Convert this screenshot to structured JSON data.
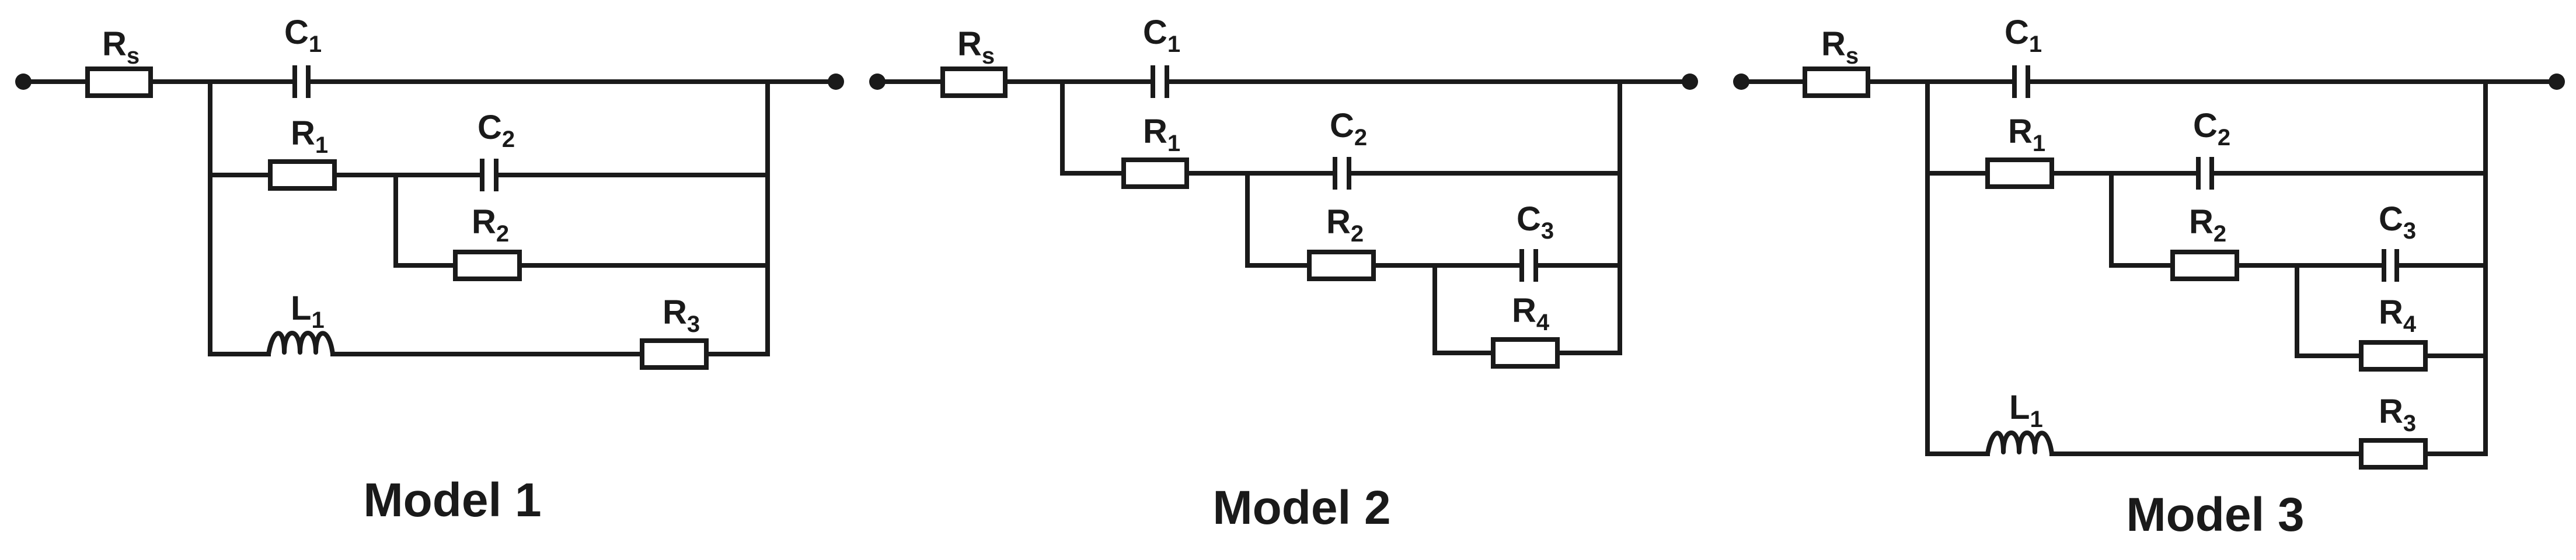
{
  "diagram": {
    "models": [
      {
        "title": "Model 1",
        "labels": {
          "Rs": {
            "main": "R",
            "sub": "s"
          },
          "C1": {
            "main": "C",
            "sub": "1"
          },
          "R1": {
            "main": "R",
            "sub": "1"
          },
          "C2": {
            "main": "C",
            "sub": "2"
          },
          "R2": {
            "main": "R",
            "sub": "2"
          },
          "L1": {
            "main": "L",
            "sub": "1"
          },
          "R3": {
            "main": "R",
            "sub": "3"
          }
        }
      },
      {
        "title": "Model 2",
        "labels": {
          "Rs": {
            "main": "R",
            "sub": "s"
          },
          "C1": {
            "main": "C",
            "sub": "1"
          },
          "R1": {
            "main": "R",
            "sub": "1"
          },
          "C2": {
            "main": "C",
            "sub": "2"
          },
          "R2": {
            "main": "R",
            "sub": "2"
          },
          "C3": {
            "main": "C",
            "sub": "3"
          },
          "R4": {
            "main": "R",
            "sub": "4"
          }
        }
      },
      {
        "title": "Model 3",
        "labels": {
          "Rs": {
            "main": "R",
            "sub": "s"
          },
          "C1": {
            "main": "C",
            "sub": "1"
          },
          "R1": {
            "main": "R",
            "sub": "1"
          },
          "C2": {
            "main": "C",
            "sub": "2"
          },
          "R2": {
            "main": "R",
            "sub": "2"
          },
          "C3": {
            "main": "C",
            "sub": "3"
          },
          "R4": {
            "main": "R",
            "sub": "4"
          },
          "L1": {
            "main": "L",
            "sub": "1"
          },
          "R3": {
            "main": "R",
            "sub": "3"
          }
        }
      }
    ]
  }
}
